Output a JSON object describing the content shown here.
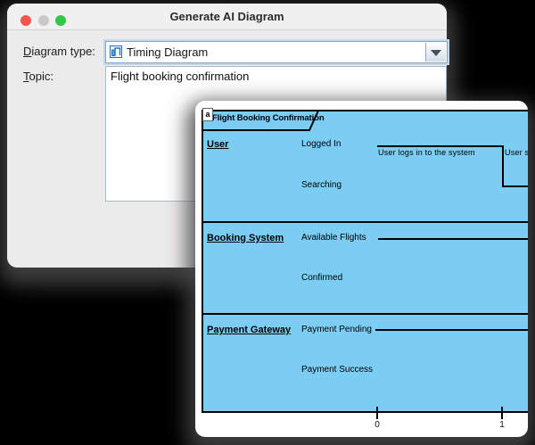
{
  "dialog": {
    "title": "Generate AI Diagram",
    "fields": {
      "diagram_type": {
        "label_head": "D",
        "label_tail": "iagram type:",
        "value": "Timing Diagram",
        "icon": "timing-diagram-icon"
      },
      "topic": {
        "label_head": "T",
        "label_tail": "opic:",
        "value": "Flight booking confirmation"
      }
    }
  },
  "preview": {
    "frame_title": "Flight Booking Confirmation",
    "frame_badge": "a",
    "lifelines": [
      {
        "name": "User",
        "states": [
          "Logged In",
          "Searching"
        ]
      },
      {
        "name": "Booking System",
        "states": [
          "Available Flights",
          "Confirmed"
        ]
      },
      {
        "name": "Payment Gateway",
        "states": [
          "Payment Pending",
          "Payment Success"
        ]
      }
    ],
    "annotations": [
      "User logs in to the system",
      "User sea"
    ],
    "axis_ticks": [
      "0",
      "1"
    ]
  },
  "colors": {
    "diagram_fill": "#7bcdf4",
    "diagram_line": "#000000",
    "dialog_background": "#ecebeb",
    "traffic_red": "#f4574e",
    "traffic_gray": "#c9c8c8",
    "traffic_green": "#33c748"
  }
}
